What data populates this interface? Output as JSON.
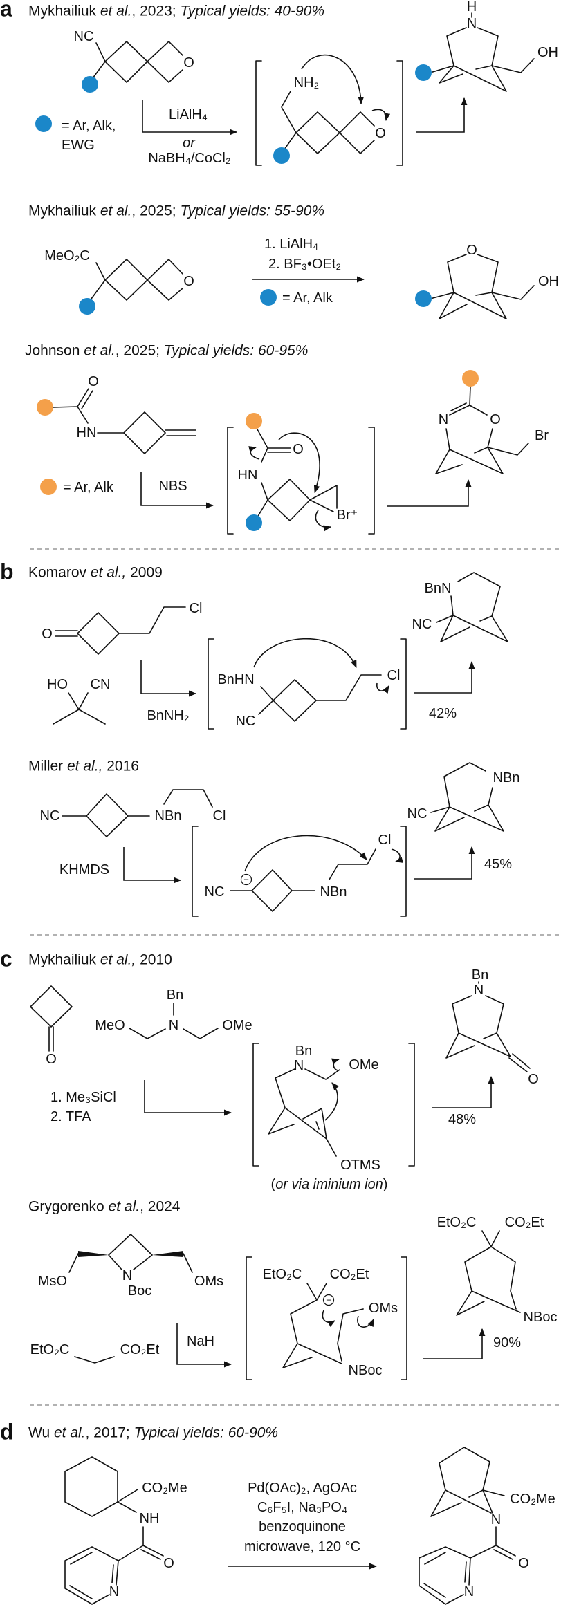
{
  "colors": {
    "blue_group": "#1b87c9",
    "orange_group": "#f4a04a",
    "divider": "#999999"
  },
  "a": {
    "label": "a",
    "s1": {
      "header": {
        "author": "Mykhailiuk ",
        "etal": "et al.",
        "year": ", 2023; ",
        "yields": "Typical yields: 40-90%"
      },
      "nc": "NC",
      "o": "O",
      "legend": "= Ar, Alk,",
      "legend2": "EWG",
      "reagent1": "LiAlH₄",
      "or": "or",
      "reagent2": "NaBH₄/CoCl₂",
      "int_nh2": "NH₂",
      "int_o": "O",
      "prod_h": "H",
      "prod_n": "N",
      "prod_oh": "OH"
    },
    "s2": {
      "header": {
        "author": "Mykhailiuk ",
        "etal": "et al.",
        "year": ", 2025; ",
        "yields": "Typical yields: 55-90%"
      },
      "ester": "MeO₂C",
      "o": "O",
      "step1": "1. LiAlH₄",
      "step2": "2. BF₃•OEt₂",
      "legend": "= Ar, Alk",
      "prod_o": "O",
      "prod_oh": "OH"
    },
    "s3": {
      "header": {
        "author": "Johnson ",
        "etal": "et al.",
        "year": ", 2025; ",
        "yields": "Typical yields: 60-95%"
      },
      "o": "O",
      "hn": "HN",
      "legend": "= Ar, Alk",
      "reagent": "NBS",
      "int_o": "O",
      "int_hn": "HN",
      "int_br": "Br⁺",
      "prod_n": "N",
      "prod_o": "O",
      "prod_br": "Br"
    }
  },
  "b": {
    "label": "b",
    "s1": {
      "header": {
        "author": "Komarov ",
        "etal": "et al.,",
        "year": " 2009"
      },
      "o": "O",
      "cl": "Cl",
      "ho": "HO",
      "cn": "CN",
      "reagent": "BnNH₂",
      "int_bnhn": "BnHN",
      "int_nc": "NC",
      "int_cl": "Cl",
      "yield": "42%",
      "prod_bnn": "BnN",
      "prod_nc": "NC"
    },
    "s2": {
      "header": {
        "author": "Miller ",
        "etal": "et al.,",
        "year": " 2016"
      },
      "nc": "NC",
      "nbn": "NBn",
      "cl": "Cl",
      "reagent": "KHMDS",
      "int_nc": "NC",
      "int_charge": "−",
      "int_nbn": "NBn",
      "int_cl": "Cl",
      "yield": "45%",
      "prod_nbn": "NBn",
      "prod_nc": "NC"
    }
  },
  "c": {
    "label": "c",
    "s1": {
      "header": {
        "author": "Mykhailiuk ",
        "etal": "et al.,",
        "year": " 2010"
      },
      "ketone_o": "O",
      "bn": "Bn",
      "n": "N",
      "meo": "MeO",
      "ome": "OMe",
      "step1": "1. Me₃SiCl",
      "step2": "2. TFA",
      "int_bn": "Bn",
      "int_n": "N",
      "int_ome": "OMe",
      "int_otms": "OTMS",
      "int_note_open": "(",
      "int_note": "or via iminium ion",
      "int_note_close": ")",
      "yield": "48%",
      "prod_bn": "Bn",
      "prod_n": "N",
      "prod_o": "O"
    },
    "s2": {
      "header": {
        "author": "Grygorenko ",
        "etal": "et al.",
        "year": ", 2024"
      },
      "mso": "MsO",
      "n": "N",
      "boc": "Boc",
      "oms": "OMs",
      "mal_left": "EtO₂C",
      "mal_right": "CO₂Et",
      "reagent": "NaH",
      "int_left": "EtO₂C",
      "int_right": "CO₂Et",
      "int_charge": "−",
      "int_oms": "OMs",
      "int_nboc": "NBoc",
      "yield": "90%",
      "prod_left": "EtO₂C",
      "prod_right": "CO₂Et",
      "prod_nboc": "NBoc"
    }
  },
  "d": {
    "label": "d",
    "s1": {
      "header": {
        "author": "Wu ",
        "etal": "et al.",
        "year": ", 2017; ",
        "yields": "Typical yields: 60-90%"
      },
      "ester": "CO₂Me",
      "nh": "NH",
      "o": "O",
      "py_n": "N",
      "cond1": "Pd(OAc)₂, AgOAc",
      "cond2": "C₆F₅I, Na₃PO₄",
      "cond3": "benzoquinone",
      "cond4": "microwave, 120 °C",
      "prod_ester": "CO₂Me",
      "prod_n": "N",
      "prod_o": "O",
      "prod_py_n": "N"
    }
  }
}
